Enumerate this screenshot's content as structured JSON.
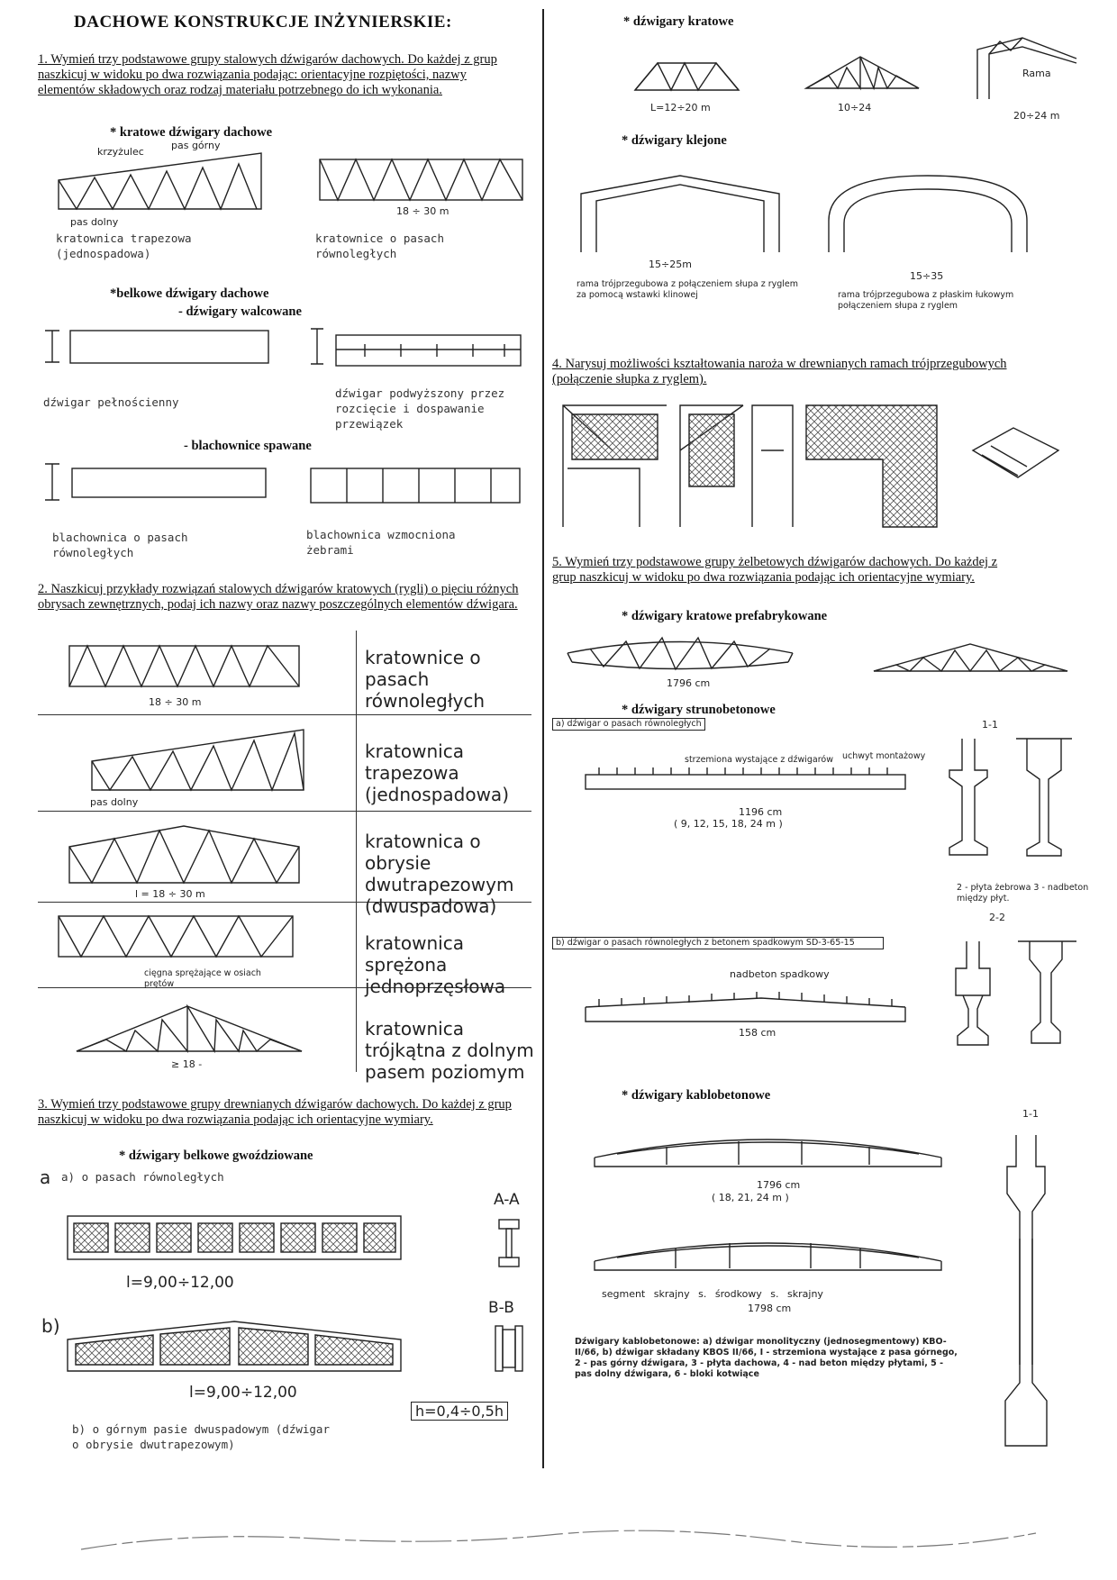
{
  "title": "DACHOWE KONSTRUKCJE INŻYNIERSKIE:",
  "q1": {
    "text": "1. Wymień trzy podstawowe grupy stalowych dźwigarów dachowych. Do każdej z grup naszkicuj w widoku po dwa rozwiązania podając: orientacyjne rozpiętości, nazwy elementów składowych oraz rodzaj materiału potrzebnego do ich wykonania.",
    "h_kratowe": "* kratowe dźwigary dachowe",
    "cap_trapez": "kratownica trapezowa (jednospadowa)",
    "cap_rown": "kratownice o pasach równoległych",
    "h_belkowe": "*belkowe dźwigary dachowe",
    "h_walcowane": "- dźwigary walcowane",
    "cap_pelno": "dźwigar pełnościenny",
    "cap_podw": "dźwigar podwyższony przez rozcięcie i dospawanie przewiązek",
    "h_blach": "- blachownice spawane",
    "cap_blach1": "blachownica o pasach równoległych",
    "cap_blach2": "blachownica wzmocniona żebrami",
    "dim_span": "18 ÷ 30 m",
    "lbl_pas_gorny": "pas górny",
    "lbl_pas_dolny": "pas dolny",
    "lbl_krzyzulec": "krzyżulec"
  },
  "q2": {
    "text": "2. Naszkicuj przykłady rozwiązań stalowych dźwigarów kratowych (rygli) o pięciu różnych obrysach zewnętrznych, podaj ich nazwy oraz nazwy poszczególnych elementów dźwigara.",
    "rows": [
      {
        "name": "kratownice o pasach równoległych",
        "dim": "18 ÷ 30 m"
      },
      {
        "name": "kratownica trapezowa (jednospadowa)",
        "dim": "pas dolny"
      },
      {
        "name": "kratownica o obrysie dwutrapezowym (dwuspadowa)",
        "dim": "l = 18 ÷ 30 m"
      },
      {
        "name": "kratownica sprężona jednoprzęsłowa",
        "dim": "cięgna sprężające w osiach prętów"
      },
      {
        "name": "kratownica trójkątna z dolnym pasem poziomym",
        "dim": "≥ 18 -"
      }
    ]
  },
  "q3": {
    "text": "3. Wymień trzy podstawowe grupy drewnianych dźwigarów dachowych. Do każdej z grup naszkicuj w widoku po dwa rozwiązania podając ich orientacyjne wymiary.",
    "h_gwozdz": "* dźwigary belkowe gwoździowane",
    "a_label": "a) o pasach równoległych",
    "dim_a": "l=9,00÷12,00",
    "dim_b": "l=9,00÷12,00",
    "h_ratio": "h=0,4÷0,5h",
    "sec_aa": "A-A",
    "sec_bb": "B-B",
    "b_label": "b) o górnym pasie dwuspadowym (dźwigar o obrysie dwutrapezowym)",
    "letter_a": "a",
    "letter_b": "b)"
  },
  "right": {
    "h_kratowe": "* dźwigary kratowe",
    "dim_a": "L=12÷20 m",
    "dim_b": "10÷24",
    "dim_c": "20÷24 m",
    "lbl_rama": "Rama",
    "h_klejone": "* dźwigary klejone",
    "dim_k1": "15÷25m",
    "dim_k2": "15÷35",
    "cap_k1": "rama trójprzegubowa z połączeniem słupa z ryglem za pomocą wstawki klinowej",
    "cap_k2": "rama trójprzegubowa z płaskim łukowym połączeniem słupa z ryglem",
    "q4": "4. Narysuj możliwości kształtowania naroża w drewnianych ramach trójprzegubowych (połączenie słupka z ryglem).",
    "q5": "5. Wymień trzy podstawowe grupy żelbetowych dźwigarów dachowych. Do każdej z grup naszkicuj w widoku po dwa rozwiązania podając ich orientacyjne wymiary.",
    "h_prefab": "* dźwigary kratowe prefabrykowane",
    "dim_prefab": "1796 cm",
    "h_struno": "* dźwigary strunobetonowe",
    "struno_a": "a) dźwigar o pasach równoległych",
    "struno_a_dim": "1196 cm",
    "struno_a_dim2": "( 9, 12, 15, 18, 24 m )",
    "struno_a_lbl": "strzemiona wystające z dźwigarów",
    "struno_a_lbl2": "uchwyt montażowy",
    "struno_note": "2 - płyta żebrowa 3 - nadbeton między płyt.",
    "struno_b": "b) dźwigar o pasach równoległych z betonem spadkowym SD-3-65-15",
    "struno_b_dim": "158 cm",
    "struno_b_lbl": "nadbeton spadkowy",
    "sec11": "1-1",
    "sec22": "2-2",
    "h_kablo": "* dźwigary kablobetonowe",
    "kablo_dim": "1796 cm",
    "kablo_dim2": "( 18, 21, 24 m )",
    "kablo_b_dim": "1798 cm",
    "kablo_seg": "segment skrajny    s. środkowy    s. skrajny",
    "kablo_note": "Dźwigary kablobetonowe: a) dźwigar monolityczny (jednosegmentowy) KBO-II/66, b) dźwigar składany KBOS II/66, I - strzemiona wystające z pasa górnego, 2 - pas górny dźwigara, 3 - płyta dachowa, 4 - nad beton między płytami, 5 - pas dolny dźwigara, 6 - bloki kotwiące",
    "sec_kablo": "1-1"
  }
}
